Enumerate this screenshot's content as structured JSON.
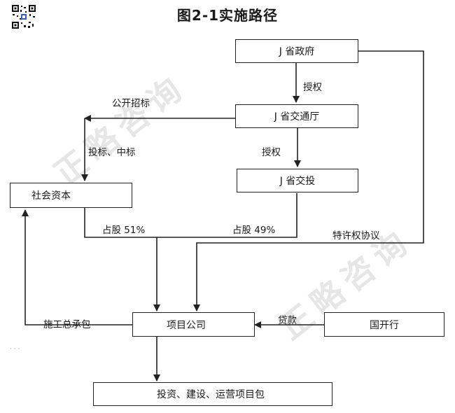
{
  "title": "图2-1实施路径",
  "watermark": {
    "text_1": "正略咨询",
    "text_2": "正略咨询"
  },
  "nodes": {
    "gov": "J 省政府",
    "transport_dept": "J 省交通厅",
    "transport_invest": "J 省交投",
    "social_capital": "社会资本",
    "project_company": "项目公司",
    "cdb": "国开行",
    "package": "投资、建设、运营项目包"
  },
  "edge_labels": {
    "authorize_1": "授权",
    "authorize_2": "授权",
    "public_tender": "公开招标",
    "bid_win": "投标、中标",
    "share_51": "占股 51%",
    "share_49": "占股 49%",
    "franchise": "特许权协议",
    "epc": "施工总承包",
    "loan": "贷款"
  },
  "footer_mark": "· · ·"
}
